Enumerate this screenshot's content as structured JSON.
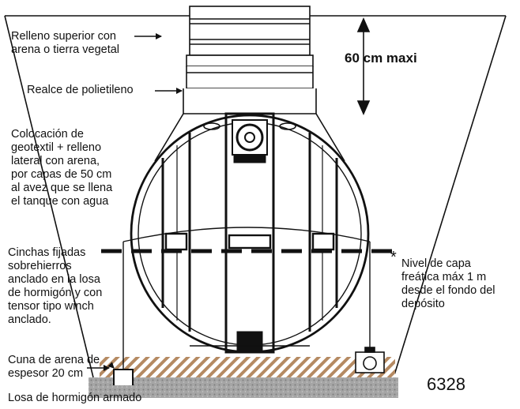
{
  "labels": {
    "relleno_superior": [
      "Relleno superior con",
      "arena o tierra vegetal"
    ],
    "altura_max": "60 cm maxi",
    "realce": "Realce de polietileno",
    "geotextil": [
      "Colocación de",
      "geotextil + relleno",
      "lateral con arena,",
      "por capas de 50 cm",
      "al avez que se llena",
      "el tanque con agua"
    ],
    "cinchas": [
      "Cinchas fijadas",
      "sobrehierros",
      "anclado en la losa",
      "de hormigón y con",
      "tensor tipo winch",
      "anclado."
    ],
    "nivel_freatica": [
      "Nivel de capa",
      "freática máx 1 m",
      "desde el fondo del",
      "depósito"
    ],
    "asterisco": "*",
    "cuna": [
      "Cuna de arena de",
      "espesor 20 cm"
    ],
    "losa": "Losa de hormigón armado",
    "codigo": "6328"
  },
  "colors": {
    "line": "#111111",
    "sand_stripe": "#b58a62",
    "concrete": "#9a9a9a"
  }
}
